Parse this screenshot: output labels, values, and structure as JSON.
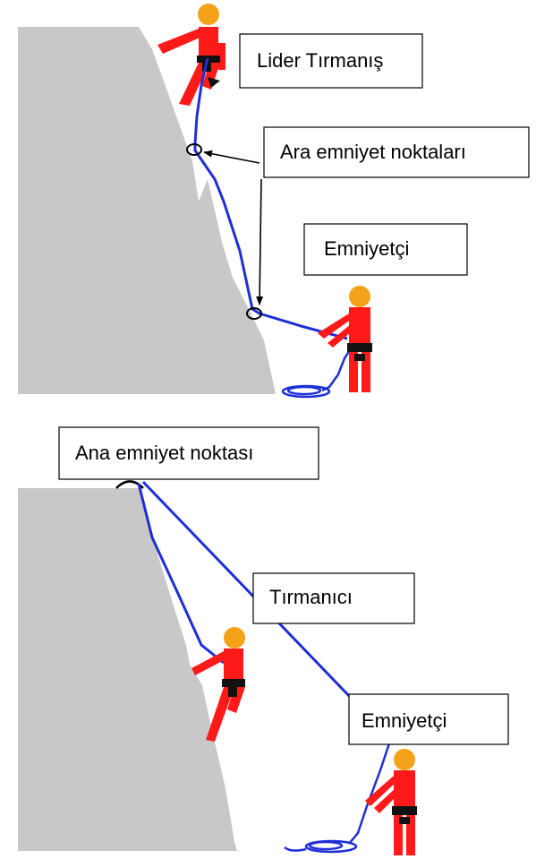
{
  "diagram_top": {
    "labels": {
      "leader_climber": "Lider Tırmanış",
      "intermediate_anchors": "Ara emniyet noktaları",
      "belayer": "Emniyetçi"
    }
  },
  "diagram_bottom": {
    "labels": {
      "main_anchor": "Ana emniyet noktası",
      "climber": "Tırmanıcı",
      "belayer": "Emniyetçi"
    }
  },
  "colors": {
    "rock": "#c8c8c8",
    "rope": "#1f2fd6",
    "suit": "#ff1a1a",
    "head": "#f5a21b",
    "harness": "#111111",
    "box_border": "#000000",
    "text": "#000000"
  },
  "icons": [
    "climber-figure-icon",
    "belayer-figure-icon",
    "anchor-ring-icon",
    "rope-coil-icon"
  ]
}
